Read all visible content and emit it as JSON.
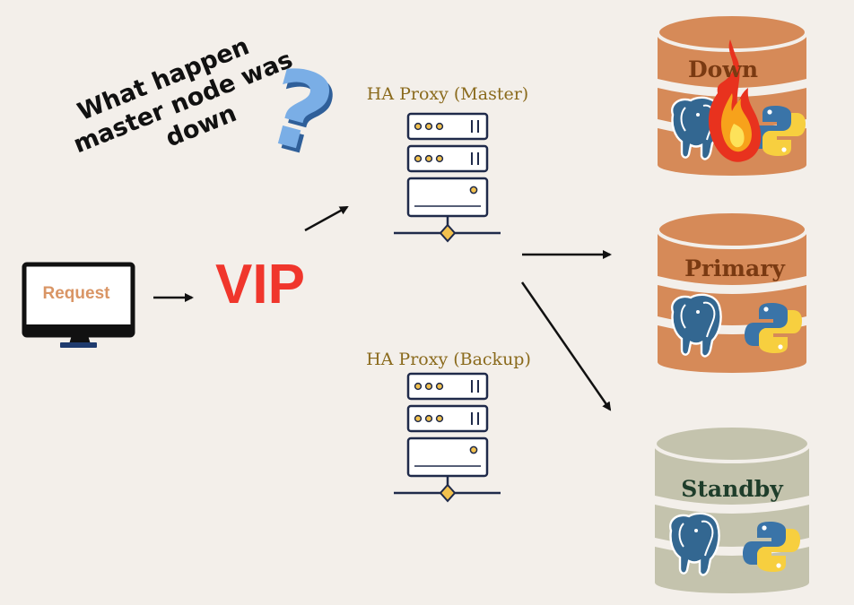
{
  "question": {
    "line1": "What happen",
    "line2": "master node was",
    "line3": "down",
    "icon": "question-mark-icon"
  },
  "client": {
    "label": "Request",
    "icon": "monitor-icon"
  },
  "vip": {
    "label": "VIP"
  },
  "proxies": {
    "master": {
      "label": "HA Proxy (Master)",
      "icon": "server-rack-icon"
    },
    "backup": {
      "label": "HA Proxy (Backup)",
      "icon": "server-rack-icon"
    }
  },
  "databases": {
    "down": {
      "label": "Down",
      "color": "#d68a58",
      "text_color": "#7a3a12",
      "icons": [
        "postgresql-icon",
        "fire-icon",
        "python-icon"
      ]
    },
    "primary": {
      "label": "Primary",
      "color": "#d68a58",
      "text_color": "#7a3a12",
      "icons": [
        "postgresql-icon",
        "python-icon"
      ]
    },
    "standby": {
      "label": "Standby",
      "color": "#c4c3ad",
      "text_color": "#1e3d2a",
      "icons": [
        "postgresql-icon",
        "python-icon"
      ]
    }
  },
  "colors": {
    "background": "#f3efea",
    "accent_red": "#f0362c",
    "server_stroke": "#1f2a4a",
    "server_accent": "#f2c14e"
  }
}
